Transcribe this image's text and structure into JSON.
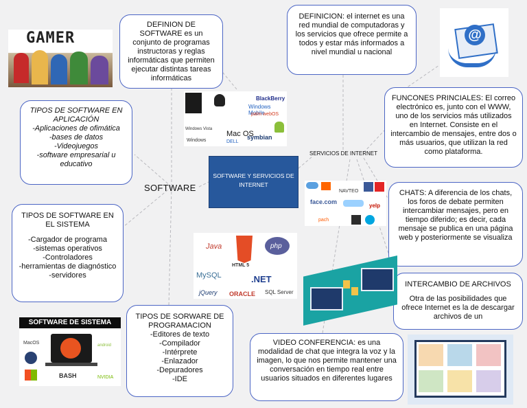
{
  "center": {
    "text": "SOFTWARE Y SERVICIOS DE INTERNET"
  },
  "software": {
    "label": "SOFTWARE",
    "definicion": "DEFINION DE SOFTWARE es un conjunto de programas instructoras y reglas informáticas que permiten ejecutar distintas tareas informáticas",
    "aplicacion": {
      "title": "TIPOS DE SOFTWARE EN APLICACIÓN",
      "items": [
        "-Aplicaciones de ofimática",
        "-bases de datos",
        "-Videojuegos",
        "-software empresarial u educativo"
      ]
    },
    "sistema": {
      "title": "TIPOS DE SOFTWARE EN EL SISTEMA",
      "items": [
        "-Cargador de programa",
        "-sistemas operativos",
        "-Controladores",
        "-herramientas de diagnóstico",
        "-servidores"
      ]
    },
    "programacion": {
      "title": "TIPOS DE SORWARE DE PROGRAMACION",
      "items": [
        "-Editores de texto",
        "-Compilador",
        "-Intérprete",
        "-Enlazador",
        "-Depuradores",
        "-IDE"
      ]
    }
  },
  "servicios": {
    "label": "SERVICIOS DE INTERNET",
    "definicion": "DEFINICION: el internet es una red mundial de computadoras y los servicios que ofrece permite a todos y estar más informados a nivel mundial u nacional",
    "correo": "FUNCONES PRINCIALES: El correo electrónico es, junto con el WWW, uno de los servicios más utilizados en Internet. Consiste en el intercambio de mensajes, entre dos o más usuarios, que utilizan la red como plataforma.",
    "chats": "CHATS: A diferencia de los chats, los foros de debate permiten intercambiar mensajes, pero en tiempo diferido; es decir, cada mensaje se publica en una página web y posteriormente se visualiza",
    "archivos": {
      "title": "INTERCAMBIO DE ARCHIVOS",
      "text": "Otra de las posibilidades que ofrece Internet es la de descargar archivos de un"
    },
    "video": "VIDEO CONFERENCIA: es una modalidad de chat que integra la voz y la imagen, lo que nos permite mantener una conversación en tiempo real entre usuarios situados en diferentes lugares"
  },
  "images": {
    "gamer": "GAMER",
    "sistema_banner": "SOFTWARE DE SISTEMA",
    "os_logos": [
      "Windows Vista",
      "BlackBerry",
      "Windows Mobile",
      "palm webOS",
      "Mac OS",
      "symbian",
      "Windows",
      "DELL"
    ],
    "prog_logos": [
      "Java",
      "HTML 5",
      "php",
      "MySQL",
      ".NET",
      "jQuery",
      "ORACLE",
      "SQL Server"
    ],
    "sys_logos": [
      "MacOS",
      "android",
      "BASH",
      "NVIDIA"
    ],
    "social_logos": [
      "face.com",
      "NAVTEO",
      "yelp",
      "pach"
    ]
  },
  "colors": {
    "border": "#4a64c4",
    "center": "#27589c",
    "background": "#f1f1f2"
  }
}
